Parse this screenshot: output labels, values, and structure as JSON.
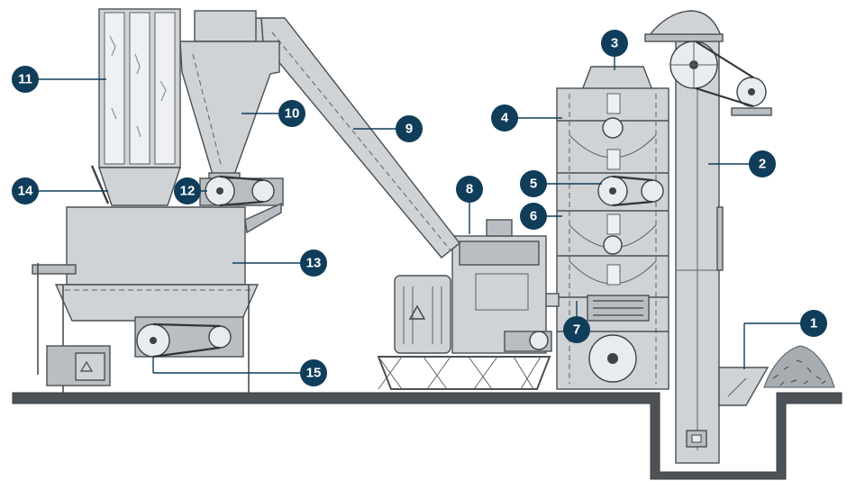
{
  "callouts": [
    {
      "id": "callout-1",
      "label": "1"
    },
    {
      "id": "callout-2",
      "label": "2"
    },
    {
      "id": "callout-3",
      "label": "3"
    },
    {
      "id": "callout-4",
      "label": "4"
    },
    {
      "id": "callout-5",
      "label": "5"
    },
    {
      "id": "callout-6",
      "label": "6"
    },
    {
      "id": "callout-7",
      "label": "7"
    },
    {
      "id": "callout-8",
      "label": "8"
    },
    {
      "id": "callout-9",
      "label": "9"
    },
    {
      "id": "callout-10",
      "label": "10"
    },
    {
      "id": "callout-11",
      "label": "11"
    },
    {
      "id": "callout-12",
      "label": "12"
    },
    {
      "id": "callout-13",
      "label": "13"
    },
    {
      "id": "callout-14",
      "label": "14"
    },
    {
      "id": "callout-15",
      "label": "15"
    }
  ],
  "colors": {
    "callout": "#0f3d5a",
    "machinery": "#cfd3d6",
    "outline": "#4a4f54",
    "ground": "#4d5257"
  }
}
